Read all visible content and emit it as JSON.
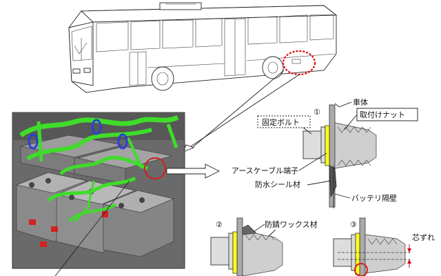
{
  "diagram": {
    "labels": {
      "body": "車体",
      "bolt": "固定ボルト",
      "nut": "取付けナット",
      "ground_terminal": "アースケーブル端子",
      "seal": "防水シール材",
      "battery_wall": "バッテリ隔壁",
      "wax": "防錆ワックス材",
      "misalignment": "芯ずれ"
    },
    "markers": {
      "one": "①",
      "two": "②",
      "three": "③"
    }
  }
}
